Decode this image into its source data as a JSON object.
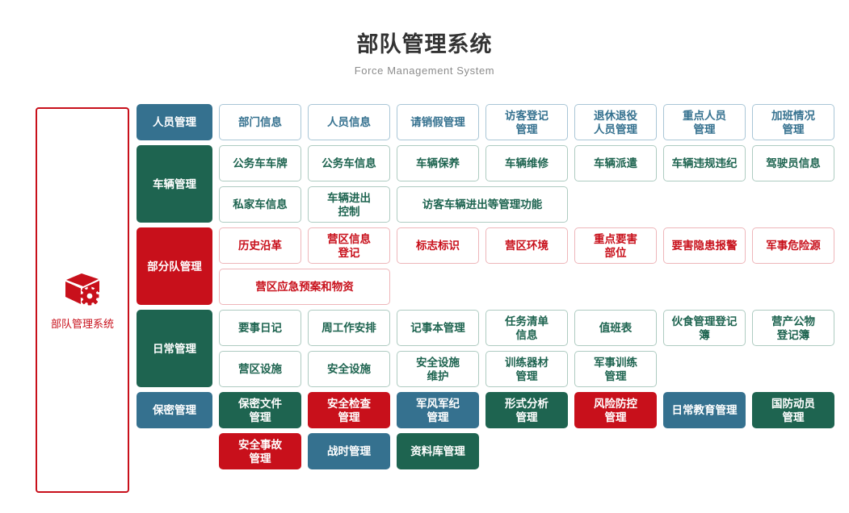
{
  "header": {
    "title": "部队管理系统",
    "subtitle": "Force Management System"
  },
  "sidebar": {
    "icon": "cube-gear-icon",
    "label": "部队管理系统",
    "border_color": "#c8101b"
  },
  "palette": {
    "blue": "#35718f",
    "green": "#1e6450",
    "red": "#c8101b",
    "blue_border": "#a9c6d6",
    "green_border": "#aecbc1",
    "red_border": "#eeb6ba"
  },
  "bands": [
    {
      "label": "人员管理",
      "label_style": "f-blue",
      "items": [
        {
          "label": "部门信息",
          "style": "o-blue",
          "wide": false
        },
        {
          "label": "人员信息",
          "style": "o-blue",
          "wide": false
        },
        {
          "label": "请销假管理",
          "style": "o-blue",
          "wide": false
        },
        {
          "label": "访客登记\n管理",
          "style": "o-blue",
          "wide": false
        },
        {
          "label": "退休退役\n人员管理",
          "style": "o-blue",
          "wide": false
        },
        {
          "label": "重点人员\n管理",
          "style": "o-blue",
          "wide": false
        },
        {
          "label": "加班情况\n管理",
          "style": "o-blue",
          "wide": false
        }
      ]
    },
    {
      "label": "车辆管理",
      "label_style": "f-green",
      "items": [
        {
          "label": "公务车车牌",
          "style": "o-green",
          "wide": false
        },
        {
          "label": "公务车信息",
          "style": "o-green",
          "wide": false
        },
        {
          "label": "车辆保养",
          "style": "o-green",
          "wide": false
        },
        {
          "label": "车辆维修",
          "style": "o-green",
          "wide": false
        },
        {
          "label": "车辆派遣",
          "style": "o-green",
          "wide": false
        },
        {
          "label": "车辆违规违纪",
          "style": "o-green",
          "wide": false
        },
        {
          "label": "驾驶员信息",
          "style": "o-green",
          "wide": false
        },
        {
          "label": "私家车信息",
          "style": "o-green",
          "wide": false
        },
        {
          "label": "车辆进出\n控制",
          "style": "o-green",
          "wide": false
        },
        {
          "label": "访客车辆进出等管理功能",
          "style": "o-green",
          "wide": true
        }
      ]
    },
    {
      "label": "部分队管理",
      "label_style": "f-red",
      "items": [
        {
          "label": "历史沿革",
          "style": "o-red",
          "wide": false
        },
        {
          "label": "营区信息\n登记",
          "style": "o-red",
          "wide": false
        },
        {
          "label": "标志标识",
          "style": "o-red",
          "wide": false
        },
        {
          "label": "营区环境",
          "style": "o-red",
          "wide": false
        },
        {
          "label": "重点要害\n部位",
          "style": "o-red",
          "wide": false
        },
        {
          "label": "要害隐患报警",
          "style": "o-red",
          "wide": false
        },
        {
          "label": "军事危险源",
          "style": "o-red",
          "wide": false
        },
        {
          "label": "营区应急预案和物资",
          "style": "o-red",
          "wide": true
        }
      ]
    },
    {
      "label": "日常管理",
      "label_style": "f-green",
      "items": [
        {
          "label": "要事日记",
          "style": "o-green",
          "wide": false
        },
        {
          "label": "周工作安排",
          "style": "o-green",
          "wide": false
        },
        {
          "label": "记事本管理",
          "style": "o-green",
          "wide": false
        },
        {
          "label": "任务清单\n信息",
          "style": "o-green",
          "wide": false
        },
        {
          "label": "值班表",
          "style": "o-green",
          "wide": false
        },
        {
          "label": "伙食管理登记簿",
          "style": "o-green",
          "wide": false
        },
        {
          "label": "营产公物\n登记簿",
          "style": "o-green",
          "wide": false
        },
        {
          "label": "营区设施",
          "style": "o-green",
          "wide": false
        },
        {
          "label": "安全设施",
          "style": "o-green",
          "wide": false
        },
        {
          "label": "安全设施\n维护",
          "style": "o-green",
          "wide": false
        },
        {
          "label": "训练器材\n管理",
          "style": "o-green",
          "wide": false
        },
        {
          "label": "军事训练\n管理",
          "style": "o-green",
          "wide": false
        }
      ]
    },
    {
      "label": "保密管理",
      "label_style": "f-blue",
      "items": [
        {
          "label": "保密文件\n管理",
          "style": "f-green",
          "wide": false
        },
        {
          "label": "安全检查\n管理",
          "style": "f-red",
          "wide": false
        },
        {
          "label": "军风军纪\n管理",
          "style": "f-blue",
          "wide": false
        },
        {
          "label": "形式分析\n管理",
          "style": "f-green",
          "wide": false
        },
        {
          "label": "风险防控\n管理",
          "style": "f-red",
          "wide": false
        },
        {
          "label": "日常教育管理",
          "style": "f-blue",
          "wide": false
        },
        {
          "label": "国防动员\n管理",
          "style": "f-green",
          "wide": false
        }
      ]
    },
    {
      "label": "",
      "label_style": "",
      "no_label": true,
      "items": [
        {
          "label": "安全事故\n管理",
          "style": "f-red",
          "wide": false
        },
        {
          "label": "战时管理",
          "style": "f-blue",
          "wide": false
        },
        {
          "label": "资料库管理",
          "style": "f-green",
          "wide": false
        }
      ]
    }
  ]
}
